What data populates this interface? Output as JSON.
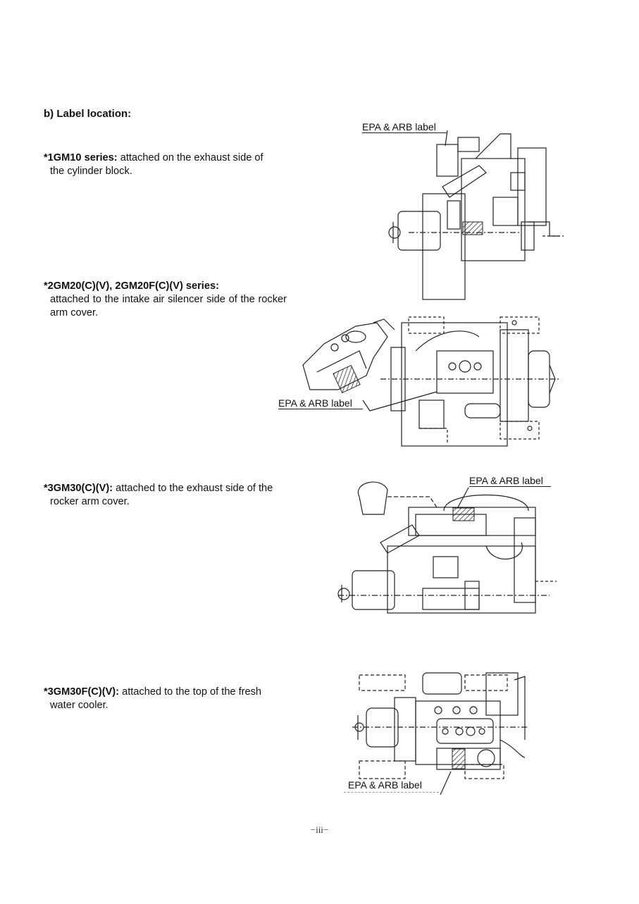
{
  "section": {
    "heading": "b) Label location:"
  },
  "entries": [
    {
      "model": "*1GM10 series:",
      "text_first": " attached on the exhaust side of",
      "text_rest": "the cylinder block.",
      "figure_label": "EPA & ARB label"
    },
    {
      "model": "*2GM20(C)(V), 2GM20F(C)(V) series:",
      "text_first": "",
      "text_rest": "attached to the intake air silencer side of the rocker arm cover.",
      "figure_label": "EPA & ARB label"
    },
    {
      "model": "*3GM30(C)(V):",
      "text_first": " attached to the exhaust side of the",
      "text_rest": "rocker arm cover.",
      "figure_label": "EPA & ARB label"
    },
    {
      "model": "*3GM30F(C)(V):",
      "text_first": " attached to the top of the fresh",
      "text_rest": "water cooler.",
      "figure_label": "EPA & ARB label"
    }
  ],
  "footer": {
    "page_number": "−iii−"
  }
}
